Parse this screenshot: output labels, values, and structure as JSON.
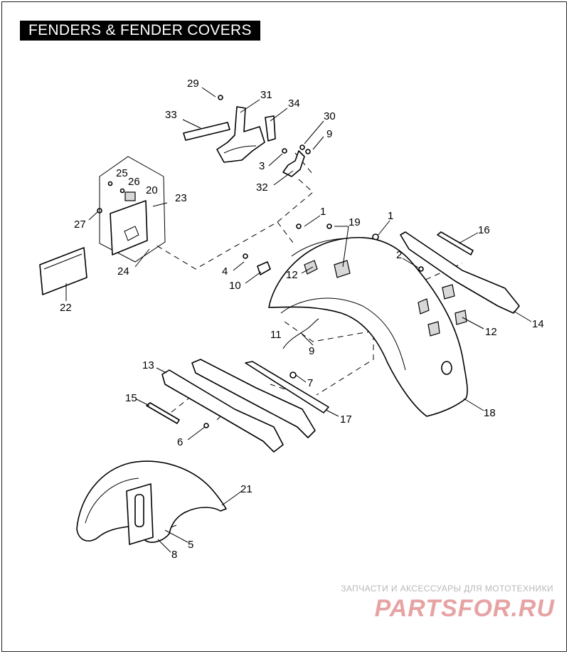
{
  "title": "FENDERS & FENDER COVERS",
  "callouts": [
    "29",
    "31",
    "33",
    "34",
    "30",
    "9",
    "3",
    "32",
    "25",
    "26",
    "20",
    "23",
    "27",
    "24",
    "22",
    "1",
    "19",
    "1",
    "4",
    "10",
    "12",
    "2",
    "16",
    "14",
    "11",
    "9",
    "12",
    "13",
    "7",
    "15",
    "17",
    "6",
    "18",
    "21",
    "5",
    "8"
  ],
  "watermark": {
    "tagline": "ЗАПЧАСТИ И АКСЕССУАРЫ ДЛЯ МОТОТЕХНИКИ",
    "logo": "PARTSFOR.RU"
  },
  "colors": {
    "line": "#000000",
    "watermark": "#e7a3a3"
  }
}
